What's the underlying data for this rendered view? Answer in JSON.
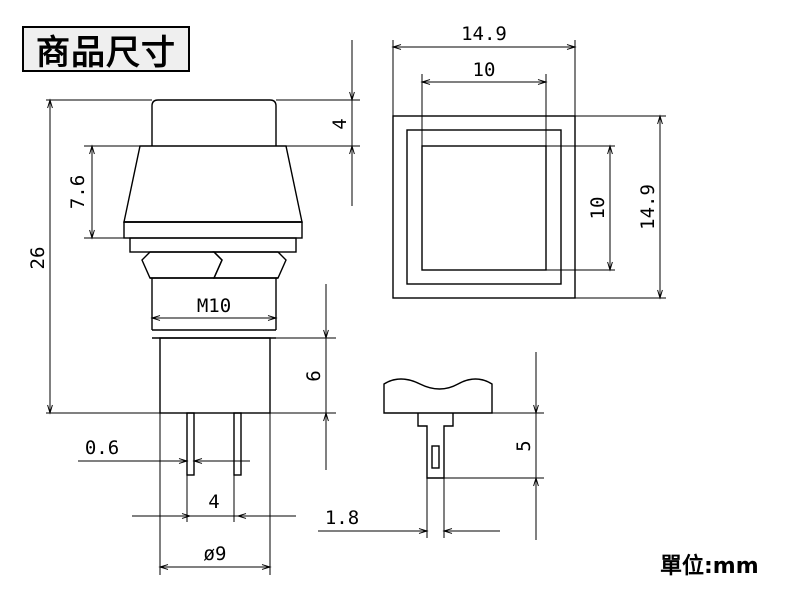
{
  "title": "商品尺寸",
  "unit_note": "單位:mm",
  "colors": {
    "line": "#000000",
    "background": "#ffffff",
    "title_box": "#efefef"
  },
  "dimensions": {
    "overall_height": "26",
    "cap_height": "4",
    "body_height": "7.6",
    "thread": "M10",
    "lower_body": "6",
    "pin_width": "0.6",
    "pin_pitch": "4",
    "diameter": "ø9",
    "side_width": "1.8",
    "side_pin_length": "5",
    "top_outer_width": "14.9",
    "top_inner_width": "10",
    "top_inner_height": "10",
    "top_outer_height": "14.9"
  }
}
